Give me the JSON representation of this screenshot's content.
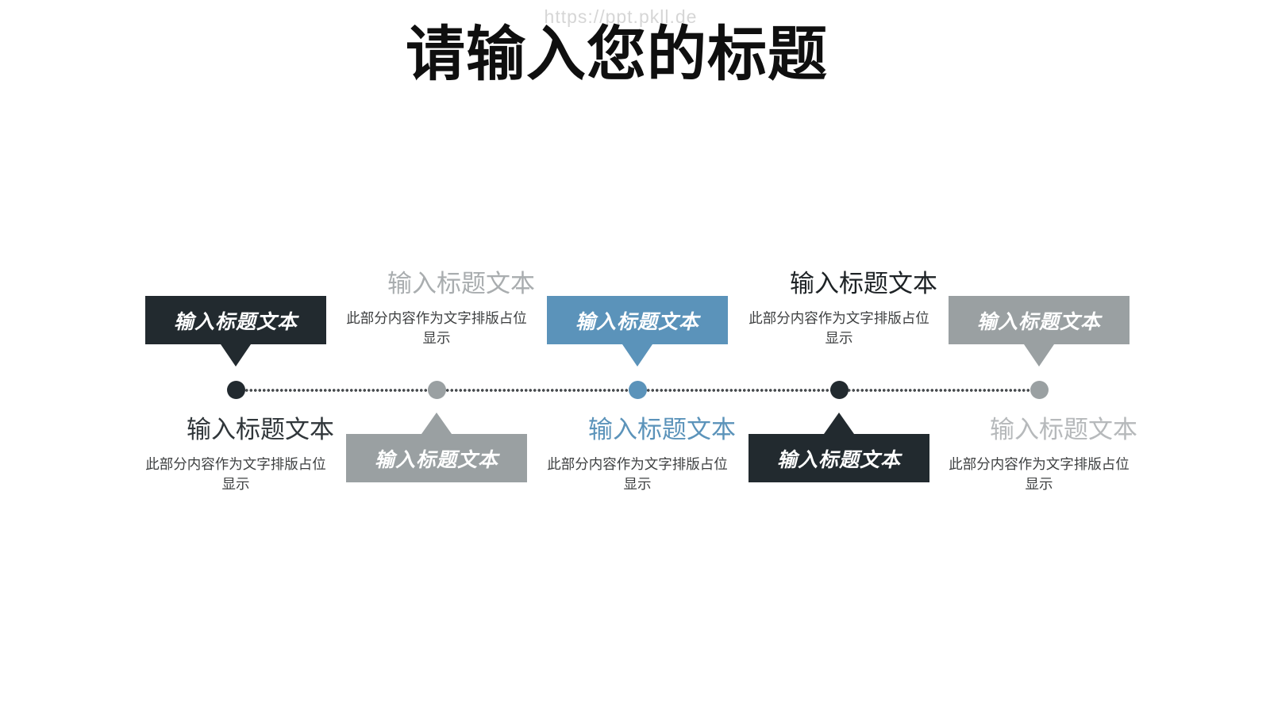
{
  "title": "请输入您的标题",
  "watermark": "https://ppt.pkll.de",
  "theme": {
    "dark": "#222a2f",
    "gray": "#9aa0a2",
    "blue": "#5b93ba",
    "title-color": "#0f0f0f",
    "watermark-color": "#d6d6d6",
    "title-dark": "#30363a",
    "title-black": "#1d2225",
    "title-gray": "#a9adaf",
    "title-gray-light": "#b6b9bb",
    "desc": "#3d3f40",
    "line-dot": "#474b4e"
  },
  "nodes": [
    {
      "box_label": "输入标题文本",
      "title": "输入标题文本",
      "desc_line1": "此部分内容作为文字排版占位",
      "desc_line2": "显示"
    },
    {
      "box_label": "输入标题文本",
      "title": "输入标题文本",
      "desc_line1": "此部分内容作为文字排版占位",
      "desc_line2": "显示"
    },
    {
      "box_label": "输入标题文本",
      "title": "输入标题文本",
      "desc_line1": "此部分内容作为文字排版占位",
      "desc_line2": "显示"
    },
    {
      "box_label": "输入标题文本",
      "title": "输入标题文本",
      "desc_line1": "此部分内容作为文字排版占位",
      "desc_line2": "显示"
    },
    {
      "box_label": "输入标题文本",
      "title": "输入标题文本",
      "desc_line1": "此部分内容作为文字排版占位",
      "desc_line2": "显示"
    }
  ]
}
